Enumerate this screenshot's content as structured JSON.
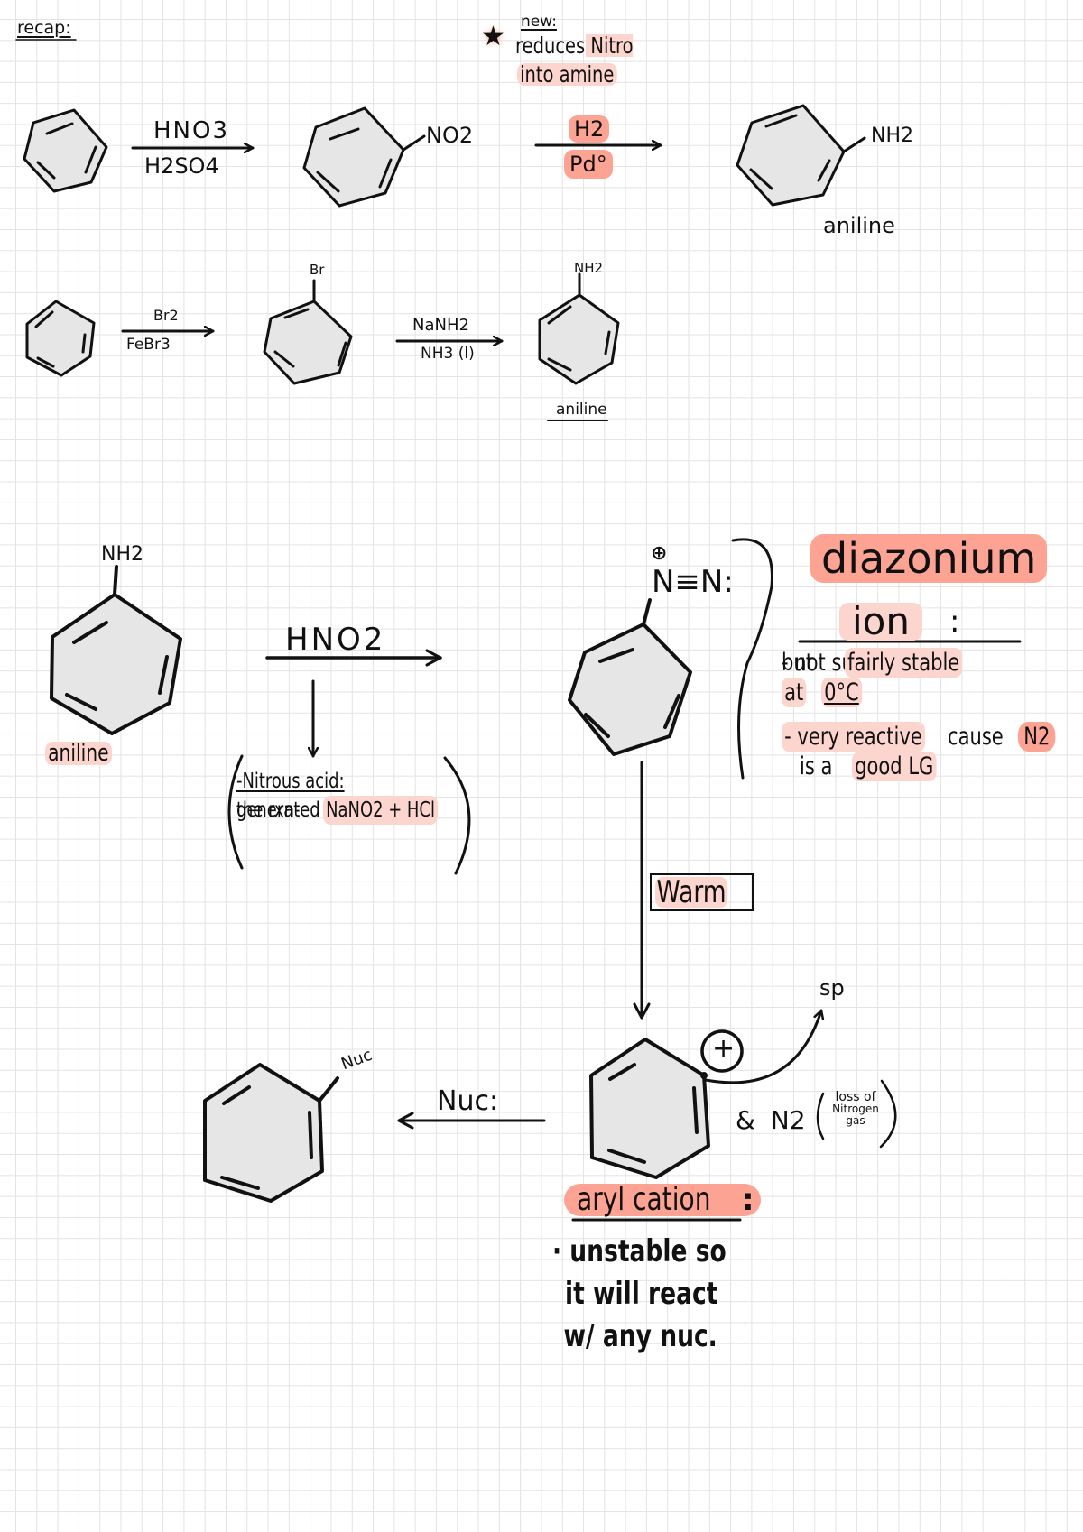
{
  "page": {
    "background": "#ffffff",
    "grid_color": "#e3e3e3",
    "highlight_light": "#fdd5cf",
    "highlight_strong": "#fda394",
    "ink_color": "#111111"
  },
  "header": {
    "title": "recap:"
  },
  "note_new": {
    "star": "★",
    "label": "new:",
    "line1": "reduces Nitro",
    "line2": "into amine"
  },
  "row1": {
    "arrow1_top": "HNO3",
    "arrow1_bottom": "H2SO4",
    "nitro_label": "NO2",
    "arrow2_top": "H2",
    "arrow2_bottom": "Pd°",
    "amine_label": "NH2",
    "product_name": "aniline"
  },
  "row2": {
    "arrow1_top": "Br2",
    "arrow1_bottom": "FeBr3",
    "bromo_label": "Br",
    "arrow2_top": "NaNH2",
    "arrow2_bottom": "NH3 (l)",
    "amine_label": "NH2",
    "product_name": "aniline"
  },
  "diazotization": {
    "start_label": "NH2",
    "start_name": "aniline",
    "reagent": "HNO2",
    "nitrous_title": "-Nitrous acid:",
    "nitrous_line1": "generated from",
    "nitrous_line2_prefix": "the rxn-",
    "nitrous_line2_reagents": "NaNO2 + HCl",
    "diazo_charge": "⊕",
    "diazo_group": "N≡N:"
  },
  "diazonium_note": {
    "title1": "diazonium",
    "title2": "ion",
    "colon": ":",
    "b1_line1": "- not super stable,",
    "b1_line2_a": "but",
    "b1_line2_b": "fairly stable",
    "b1_line3_a": "at",
    "b1_line3_b": "0°C",
    "b2_line1_a": "- very reactive",
    "b2_line1_b": "cause",
    "b2_line1_c": "N2",
    "b2_line2_a": "is a",
    "b2_line2_b": "good LG"
  },
  "warm_step": {
    "condition": "Warm"
  },
  "aryl_cation": {
    "charge": "+",
    "orbital": "sp",
    "byproduct_prefix": "&",
    "byproduct": "N2",
    "byproduct_note_1": "loss of",
    "byproduct_note_2": "Nitrogen",
    "byproduct_note_3": "gas",
    "title": "aryl cation",
    "colon": ":",
    "line1": "· unstable so",
    "line2": "it will react",
    "line3": "w/ any nuc."
  },
  "substitution": {
    "reagent": "Nuc:",
    "product_label": "Nuc"
  }
}
